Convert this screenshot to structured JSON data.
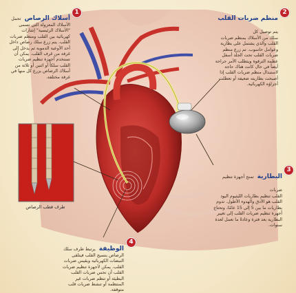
{
  "callouts": [
    {
      "number": "1",
      "title": "أسلاك الرصاص",
      "title_lead": "تحمل",
      "body": "الأسلاك المعزولة التي تسمى \"الأسلاك الرئيسية\" إشارات كهربائية بين القلب ومنظم ضربات القلب. يتم زرع سلك رصاص داخل أحد الأوعية الدموية ثم يدخل إلى غرفة من غرف القلب. يمكن أن تستخدم أجهزة تنظيم ضربات القلب سلكاً أو اثنين أو ثلاثة من أسلاك الرصاص يزرع كل منها في غرفة مختلفة."
    },
    {
      "number": "2",
      "title": "منظم ضربات القلب",
      "title_lead": "يتم توصيل كل",
      "body": "سلك من الأسلاك بمنظم ضربات القلب والذي يشتمل على بطارية وعوامل حاسوب. تم زرع منظم ضربات القلب تحت الجلد أسفل عظمة الترقوة ويتطلب الأمر جراحة أيضاً في حال كانت هناك حاجة لاستبدال منظم ضربات القلب إذا أصبحت بطاريته ضعيفة أو تعطلت أجزاؤه الكهربائية."
    },
    {
      "number": "3",
      "title": "البطارية",
      "title_lead": "تمنح أجهزة تنظيم ضربات",
      "body": "القلب تنظيم بطاريات الليثيوم اليود القلب هو الأدق والهدوء الأطول. تدوم بطاريات ما بين 5 إلى 15 عامًا، وتحتاج أجهزة تنظيم ضربات القلب إلى تغيير البطارية بعد فترة وعادةً ما تعمل لعدة سنوات."
    },
    {
      "number": "4",
      "title": "الوظيفة",
      "title_lead": "يرتبط طرف سلك",
      "body": "الرصاص بنسيج القلب فيتلقى النبضات الكهربائية ويقيس ضربات القلب. يمكن لأجهزة تنظيم ضربات القلب أن تحس ضربات القلب البطيئة أو تنظم ضربات غير المنتظمة أو تنشط ضربات قلب متوقفة."
    }
  ],
  "inset_caption": "طرف قطب الرصاص",
  "colors": {
    "badge": "#c0232a",
    "title_blue": "#1f3f8a",
    "inset_bg": "#c7201b"
  }
}
